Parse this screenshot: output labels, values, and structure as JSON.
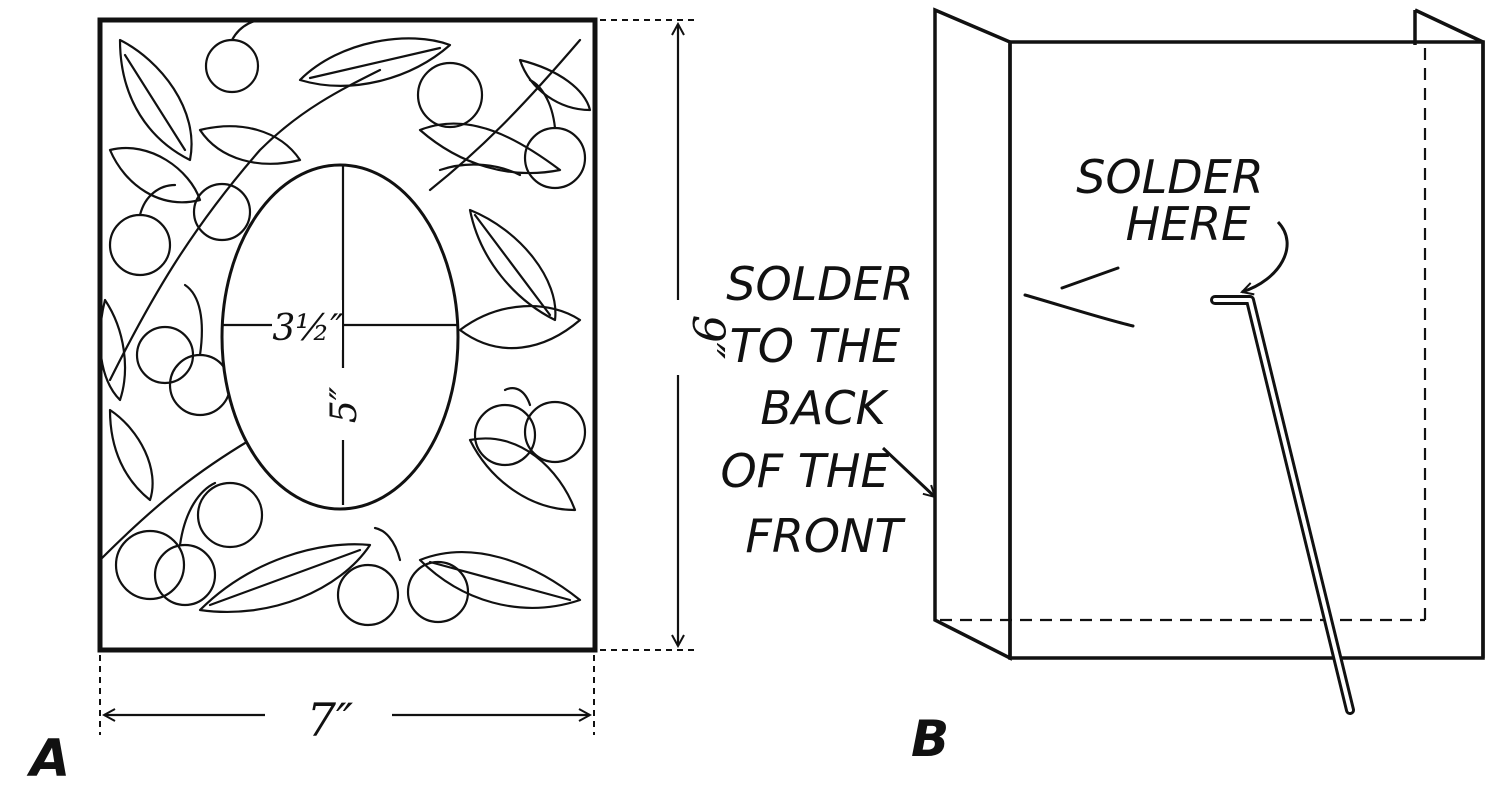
{
  "figure_a": {
    "letter": "A",
    "width_label": "7″",
    "height_label": "9″",
    "oval_width_label": "3½″",
    "oval_height_label": "5″"
  },
  "figure_b": {
    "letter": "B",
    "solder_here_lines": [
      "SOLDER",
      "HERE"
    ],
    "solder_back_lines": [
      "SOLDER",
      "TO THE",
      "BACK",
      "OF THE",
      "FRONT"
    ]
  }
}
